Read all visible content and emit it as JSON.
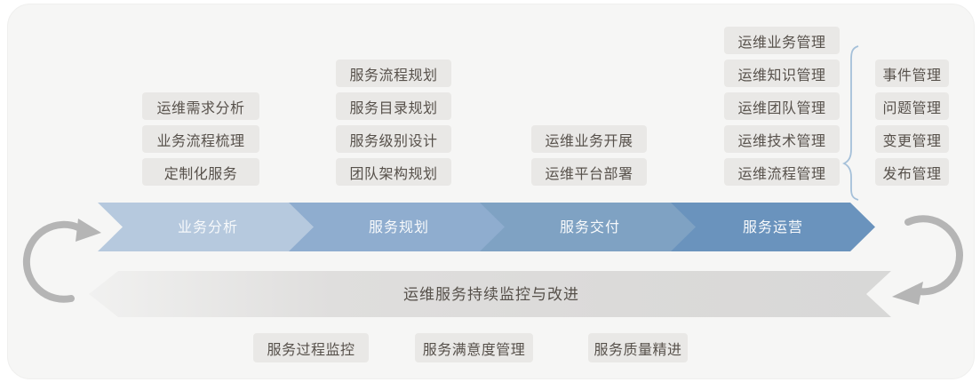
{
  "stages": [
    {
      "label": "业务分析",
      "color": "#b6c9de",
      "items": [
        "运维需求分析",
        "业务流程梳理",
        "定制化服务"
      ]
    },
    {
      "label": "服务规划",
      "color": "#8fadcf",
      "items": [
        "服务流程规划",
        "服务目录规划",
        "服务级别设计",
        "团队架构规划"
      ]
    },
    {
      "label": "服务交付",
      "color": "#7fa2c3",
      "items": [
        "运维业务开展",
        "运维平台部署"
      ]
    },
    {
      "label": "服务运营",
      "color": "#6a93bd",
      "items": [
        "运维业务管理",
        "运维知识管理",
        "运维团队管理",
        "运维技术管理",
        "运维流程管理"
      ]
    }
  ],
  "itil_processes": [
    "事件管理",
    "问题管理",
    "变更管理",
    "发布管理"
  ],
  "banner": {
    "label": "运维服务持续监控与改进"
  },
  "bottom_items": [
    "服务过程监控",
    "服务满意度管理",
    "服务质量精进"
  ],
  "colors": {
    "panel": "#f6f6f5",
    "box_bg": "#e9e8e6",
    "box_text": "#57514b",
    "banner_gray": "#dcdcdb",
    "arc_gray": "#b5b5b5",
    "brace_blue": "#a5c0d9"
  }
}
